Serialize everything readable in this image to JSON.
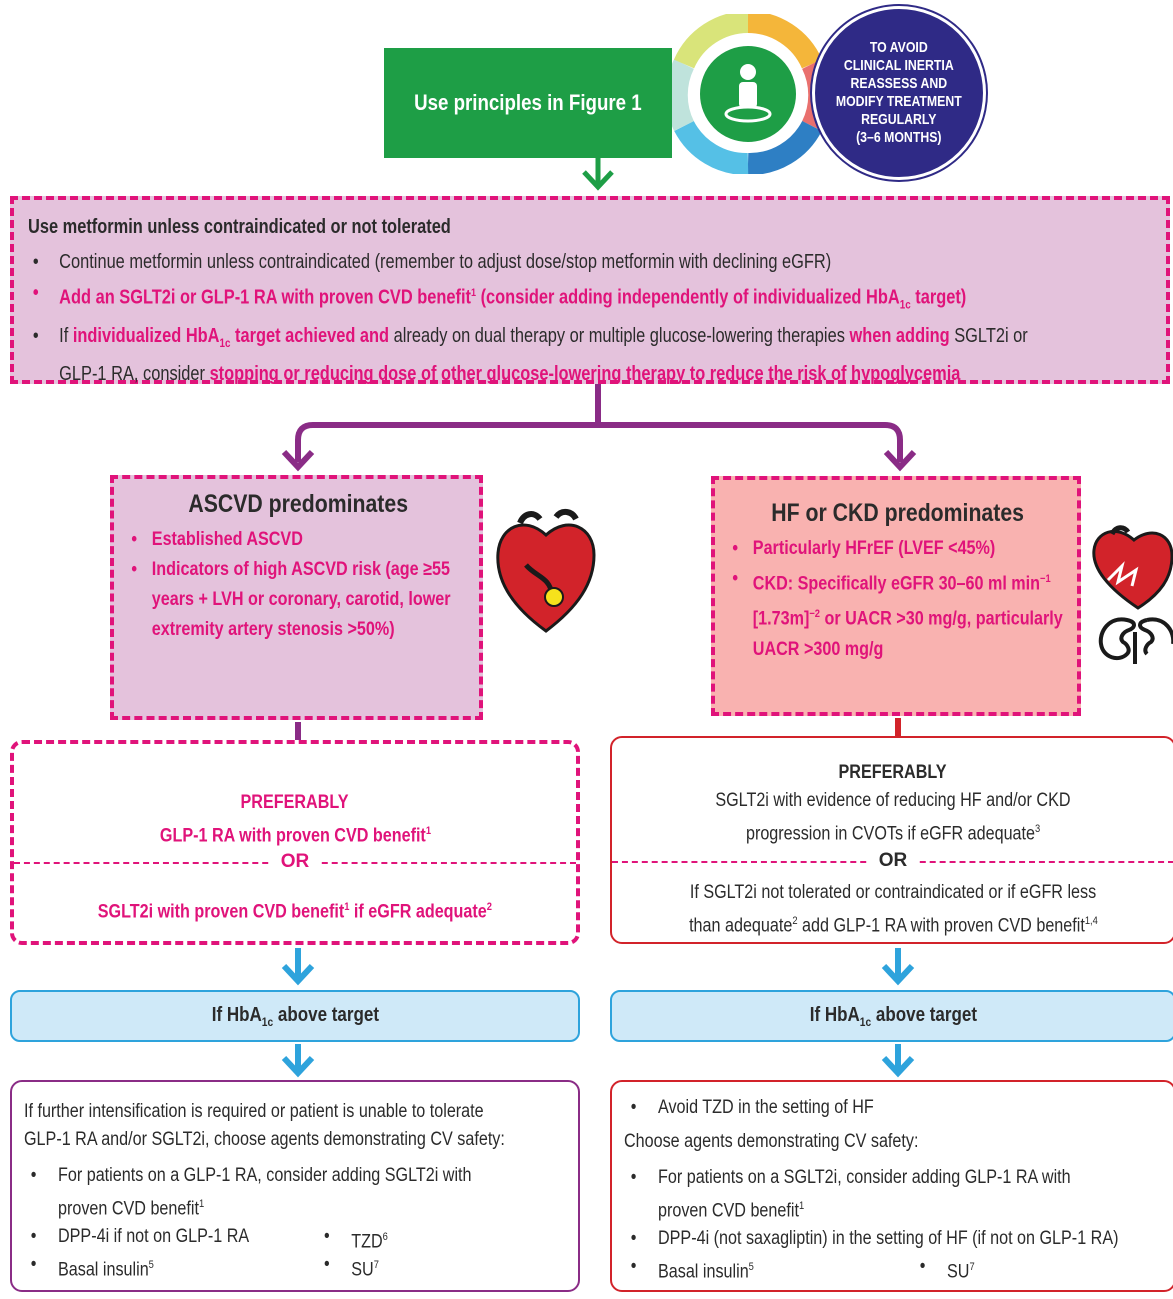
{
  "top": {
    "principles_label": "Use principles in Figure 1",
    "circle_text": [
      "TO AVOID",
      "CLINICAL INERTIA",
      "REASSESS AND",
      "MODIFY TREATMENT",
      "REGULARLY",
      "(3–6 MONTHS)"
    ]
  },
  "metformin": {
    "title": "Use metformin unless contraindicated or not tolerated",
    "bullet1": "Continue metformin unless contraindicated (remember to adjust dose/stop metformin with declining eGFR)",
    "bullet2_a": "Add an SGLT2i or GLP-1 RA with proven CVD benefit",
    "bullet2_sup": "1",
    "bullet2_b": " (consider adding independently of individualized HbA",
    "bullet2_sub": "1c",
    "bullet2_c": " target)",
    "bullet3_a": "If ",
    "bullet3_b": "individualized HbA",
    "bullet3_sub": "1c",
    "bullet3_c": " target achieved and",
    "bullet3_d": " already on dual therapy or multiple glucose-lowering therapies ",
    "bullet3_e": "when adding",
    "bullet3_f": " SGLT2i or",
    "bullet3_g": "GLP-1 RA, consider ",
    "bullet3_h": "stopping or reducing dose of other glucose-lowering therapy to reduce the risk of hypoglycemia"
  },
  "ascvd": {
    "title": "ASCVD predominates",
    "items": [
      "Established ASCVD",
      "Indicators of high ASCVD risk (age ≥55 years + LVH or coronary, carotid, lower extremity artery stenosis >50%)"
    ]
  },
  "hf": {
    "title": "HF or CKD predominates",
    "item1": "Particularly HFrEF (LVEF <45%)",
    "item2_a": "CKD: Specifically eGFR 30–60 ml min",
    "item2_sup1": "−1",
    "item2_b": " [1.73m]",
    "item2_sup2": "−2",
    "item2_c": " or UACR >30 mg/g, particularly UACR >300 mg/g"
  },
  "pref_left": {
    "heading": "PREFERABLY",
    "line1": "GLP-1 RA with proven CVD benefit",
    "line1_sup": "1",
    "or": "OR",
    "line2_a": "SGLT2i with proven CVD benefit",
    "line2_sup1": "1",
    "line2_b": " if eGFR adequate",
    "line2_sup2": "2"
  },
  "pref_right": {
    "heading": "PREFERABLY",
    "line1": "SGLT2i with evidence of reducing HF and/or CKD",
    "line2": "progression in CVOTs if eGFR adequate",
    "line2_sup": "3",
    "or": "OR",
    "line3": "If SGLT2i not tolerated or contraindicated or if eGFR less",
    "line4_a": "than adequate",
    "line4_sup1": "2",
    "line4_b": " add GLP-1 RA with proven CVD benefit",
    "line4_sup2": "1,4"
  },
  "hba": {
    "prefix": "If HbA",
    "sub": "1c",
    "suffix": " above target"
  },
  "bot_left": {
    "intro1": "If further intensification is required or patient is unable to tolerate",
    "intro2": "GLP-1 RA and/or SGLT2i, choose agents demonstrating CV safety:",
    "b1_a": "For patients on a GLP-1 RA, consider adding SGLT2i with",
    "b1_b": "proven CVD benefit",
    "b1_sup": "1",
    "b2": "DPP-4i if not on GLP-1 RA",
    "b3": "Basal insulin",
    "b3_sup": "5",
    "b4": "TZD",
    "b4_sup": "6",
    "b5": "SU",
    "b5_sup": "7"
  },
  "bot_right": {
    "b1": "Avoid TZD in the setting of HF",
    "intro": "Choose agents demonstrating CV safety:",
    "b2_a": "For patients on a SGLT2i, consider adding GLP-1 RA with",
    "b2_b": "proven CVD benefit",
    "b2_sup": "1",
    "b3": "DPP-4i (not saxagliptin) in the setting of HF (if not on GLP-1 RA)",
    "b4": "Basal insulin",
    "b4_sup": "5",
    "b5": "SU",
    "b5_sup": "7"
  },
  "colors": {
    "green": "#1e9e46",
    "magenta": "#e0137a",
    "purple": "#8a2c86",
    "red": "#d2232a",
    "blue": "#2ea3dc",
    "navy": "#2f2a86",
    "pink_fill": "#e4c2dc",
    "salmon_fill": "#f9b2b0",
    "light_blue_fill": "#cfe9f8"
  },
  "icons": [
    "person-cycle-icon",
    "heart-icon",
    "heart-failure-icon",
    "kidney-icon"
  ]
}
